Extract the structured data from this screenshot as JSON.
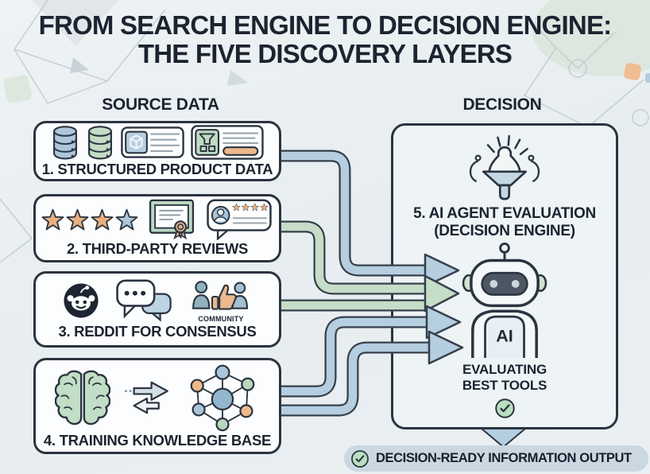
{
  "title": {
    "line1": "FROM SEARCH ENGINE TO DECISION ENGINE:",
    "line2": "THE FIVE DISCOVERY LAYERS"
  },
  "column_headers": {
    "source": "SOURCE DATA",
    "decision": "DECISION"
  },
  "source_boxes": [
    {
      "label": "1. STRUCTURED PRODUCT DATA",
      "icons": [
        "database-blue-icon",
        "database-green-icon",
        "product-card-cube-icon",
        "product-card-specs-icon"
      ]
    },
    {
      "label": "2. THIRD-PARTY REVIEWS",
      "icons": [
        "star-rating-icon",
        "certificate-icon",
        "review-bubble-icon"
      ],
      "rating": "3 of 4 stars filled"
    },
    {
      "label": "3. REDDIT FOR CONSENSUS",
      "icons": [
        "reddit-icon",
        "chat-bubbles-icon",
        "community-icon"
      ],
      "community_caption": "COMMUNITY"
    },
    {
      "label": "4. TRAINING KNOWLEDGE BASE",
      "icons": [
        "brain-icon",
        "exchange-arrows-icon",
        "knowledge-graph-icon"
      ]
    }
  ],
  "decision_box": {
    "title_line1": "5. AI AGENT EVALUATION",
    "title_line2": "(DECISION ENGINE)",
    "robot_badge": "AI",
    "status_line1": "EVALUATING",
    "status_line2": "BEST TOOLS",
    "icons": [
      "funnel-icon",
      "robot-icon",
      "check-circle-icon"
    ]
  },
  "output_banner": {
    "label": "DECISION-READY INFORMATION OUTPUT",
    "icon": "check-circle-icon"
  },
  "flows": [
    {
      "from": "1. STRUCTURED PRODUCT DATA",
      "to": "5. AI AGENT EVALUATION",
      "color": "blue"
    },
    {
      "from": "2. THIRD-PARTY REVIEWS",
      "to": "5. AI AGENT EVALUATION",
      "color": "green"
    },
    {
      "from": "3. REDDIT FOR CONSENSUS",
      "to": "5. AI AGENT EVALUATION",
      "color": "green"
    },
    {
      "from": "4. TRAINING KNOWLEDGE BASE",
      "to": "5. AI AGENT EVALUATION",
      "color": "blue"
    },
    {
      "from": "4. TRAINING KNOWLEDGE BASE",
      "to": "5. AI AGENT EVALUATION",
      "color": "blue"
    }
  ],
  "colors": {
    "background": "#e9eef1",
    "outline": "#2b3440",
    "navy_text": "#1b2430",
    "blue_fill": "#adc7da",
    "green_fill": "#c3dcc6",
    "orange_fill": "#edb88a",
    "pipe_blue": "#b5cee0",
    "pipe_green": "#c6ddc8",
    "visor_gray": "#4d5763",
    "banner_bg": "#cbd8e2",
    "check_green": "#b9dfbe",
    "reddit_navy": "#1c2531"
  }
}
